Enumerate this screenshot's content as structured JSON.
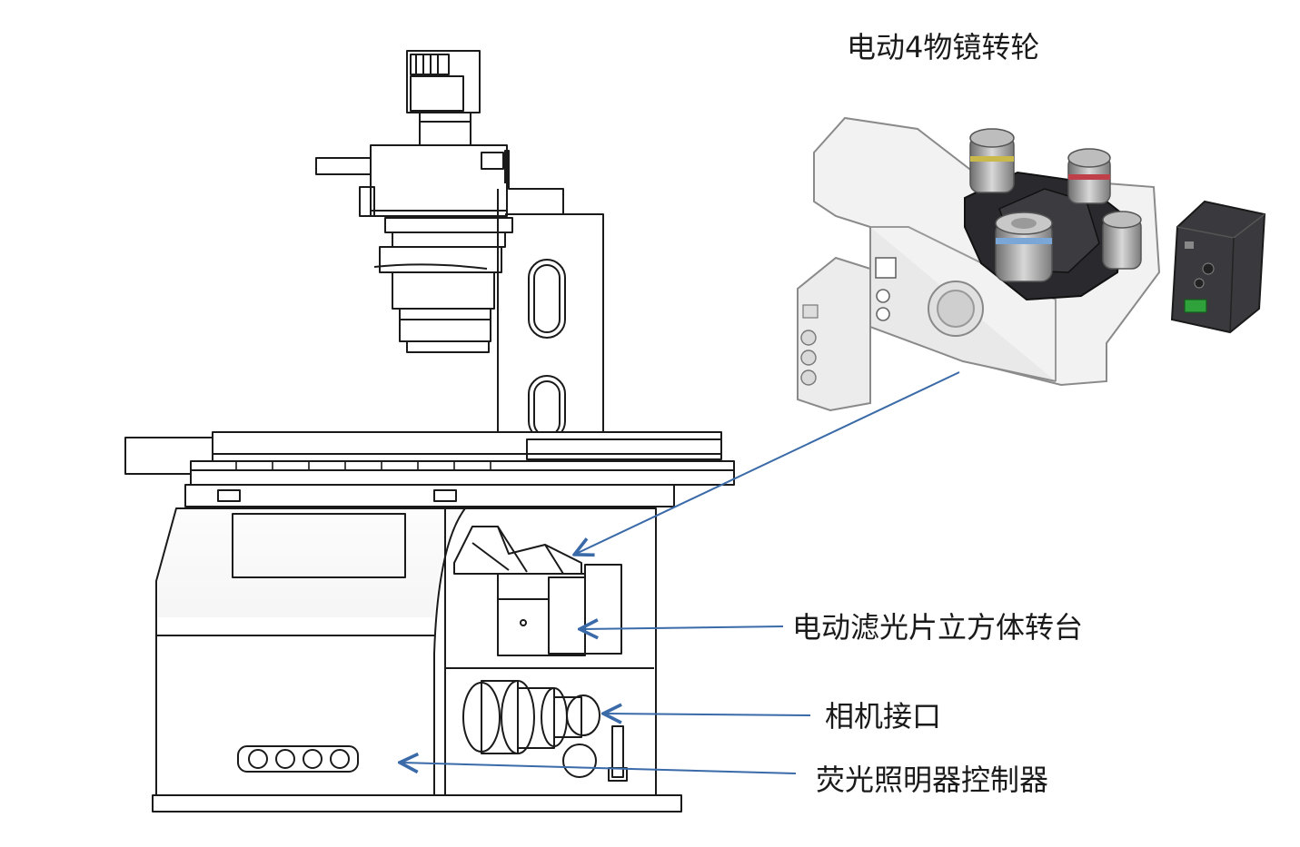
{
  "labels": {
    "objective_turret": "电动4物镜转轮",
    "filter_cube_turret": "电动滤光片立方体转台",
    "camera_port": "相机接口",
    "illuminator_controller": "荧光照明器控制器"
  },
  "colors": {
    "line_art": "#1a1a1a",
    "arrow": "#3a6aa8",
    "turret_body": "#2a2a2e",
    "objective_blue_ring": "#7ba7d8",
    "objective_yellow_ring": "#c9b94a",
    "objective_red_ring": "#c0404a",
    "connector_green": "#2fa23c"
  }
}
